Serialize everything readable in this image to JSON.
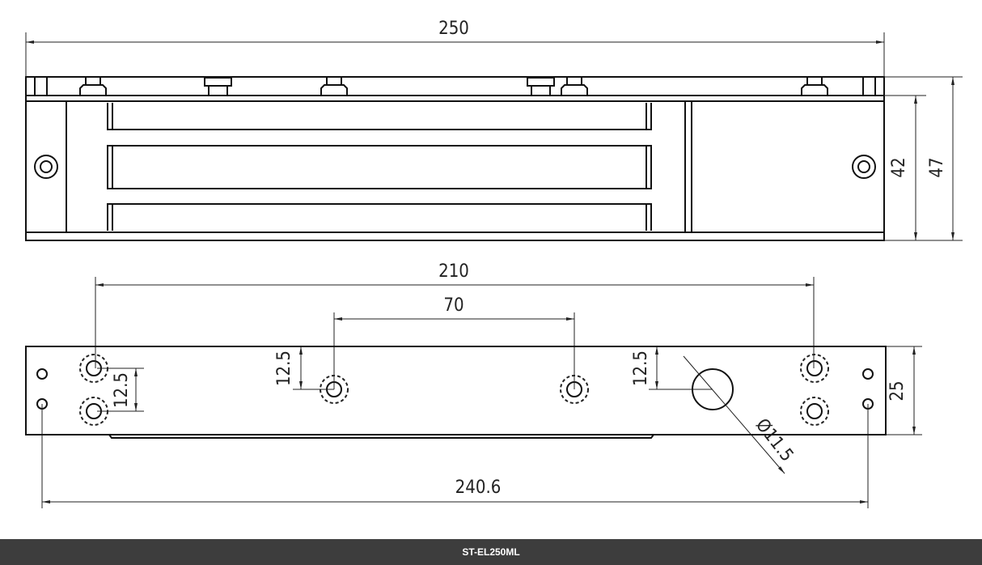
{
  "drawing": {
    "top_view": {
      "overall_length": "250",
      "inner_height": "42",
      "overall_height": "47"
    },
    "bottom_view": {
      "hole_span": "210",
      "center_hole_span": "70",
      "base_length": "240.6",
      "width": "25",
      "left_hole_pitch": "12.5",
      "center_hole_offset": "12.5",
      "cable_hole_offset": "12.5",
      "cable_hole_diameter": "Ø11.5"
    }
  },
  "footer": {
    "model": "ST-EL250ML"
  }
}
